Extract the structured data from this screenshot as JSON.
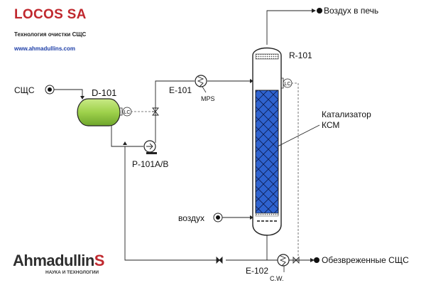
{
  "header": {
    "title": "LOCOS SA",
    "subtitle": "Технология очистки СЩС",
    "url": "www.ahmadullins.com"
  },
  "logo": {
    "name_main": "Ahmadullin",
    "name_accent": "S",
    "tagline": "НАУКА И ТЕХНОЛОГИИ"
  },
  "streams": {
    "feed": "СЩС",
    "air_to_furnace": "Воздух в печь",
    "air_in": "воздух",
    "product": "Обезвреженные СЩС",
    "mps": "MPS",
    "cw": "C.W."
  },
  "equipment": {
    "drum": "D-101",
    "pump": "P-101A/B",
    "heater": "E-101",
    "reactor": "R-101",
    "cooler": "E-102",
    "catalyst_line1": "Катализатор",
    "catalyst_line2": "КСМ",
    "lc": "LC"
  },
  "colors": {
    "brand_red": "#c0282e",
    "url_blue": "#1e3fa8",
    "drum_green": "#9ed14b",
    "catalyst_blue": "#2f63d0"
  }
}
